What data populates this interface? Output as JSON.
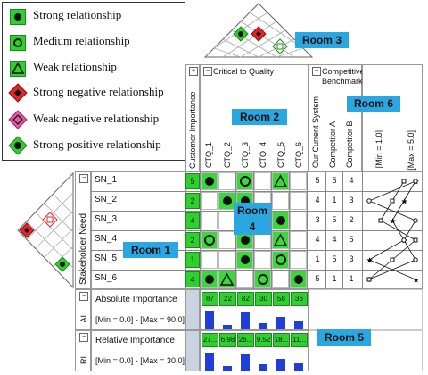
{
  "legend": [
    {
      "label": "Strong relationship",
      "icon": "filled-dot-icon"
    },
    {
      "label": "Medium relationship",
      "icon": "circle-icon"
    },
    {
      "label": "Weak relationship",
      "icon": "triangle-icon"
    },
    {
      "label": "Strong negative relationship",
      "icon": "red-diamond-icon"
    },
    {
      "label": "Weak negative relationship",
      "icon": "pink-diamond-icon"
    },
    {
      "label": "Strong positive relationship",
      "icon": "green-diamond-icon"
    }
  ],
  "rooms": {
    "room1": "Room 1",
    "room2": "Room 2",
    "room3": "Room 3",
    "room4": "Room 4",
    "room5": "Room 5",
    "room6": "Room 6"
  },
  "headers": {
    "critical_to_quality": "Critical to Quality",
    "competitive_benchmarks": "Competitive Benchmarks",
    "customer_importance": "Customer Importance",
    "stakeholder_need": "Stakeholder Need",
    "absolute_importance": "Absolute Importance",
    "relative_importance": "Relative Importance",
    "ai_range": "[Min = 0.0]  -  [Max = 90.0]",
    "ri_range": "[Min = 0.0]  -  [Max = 30.0]",
    "ai_short": "AI",
    "ri_short": "RI",
    "bench_min": "[Min = 1.0]",
    "bench_max": "[Max = 5.0]",
    "expand_sign": "+",
    "collapse_sign": "−"
  },
  "ctq": [
    "CTQ_1",
    "CTQ_2",
    "CTQ_3",
    "CTQ_4",
    "CTQ_5",
    "CTQ_6"
  ],
  "benchmarks": [
    "Our Current System",
    "Competitor A",
    "Competitor B"
  ],
  "needs": [
    {
      "label": "SN_1",
      "importance": "5",
      "bench": [
        "5",
        "5",
        "4"
      ]
    },
    {
      "label": "SN_2",
      "importance": "2",
      "bench": [
        "4",
        "1",
        "3"
      ]
    },
    {
      "label": "SN_3",
      "importance": "4",
      "bench": [
        "3",
        "5",
        "2"
      ]
    },
    {
      "label": "SN_4",
      "importance": "2",
      "bench": [
        "4",
        "4",
        "5"
      ]
    },
    {
      "label": "SN_5",
      "importance": "1",
      "bench": [
        "1",
        "5",
        "3"
      ]
    },
    {
      "label": "SN_6",
      "importance": "4",
      "bench": [
        "5",
        "1",
        "1"
      ]
    }
  ],
  "absolute_importance": [
    "87",
    "22",
    "82",
    "30",
    "58",
    "36"
  ],
  "relative_importance": [
    "27...",
    "6.98",
    "26...",
    "9.52",
    "18...",
    "11..."
  ],
  "relationships": [
    [
      "strong",
      "",
      "medium",
      "",
      "weak",
      ""
    ],
    [
      "",
      "strong",
      "strong",
      "",
      "",
      ""
    ],
    [
      "",
      "",
      "weak",
      "",
      "strong",
      ""
    ],
    [
      "medium",
      "",
      "strong",
      "",
      "weak",
      ""
    ],
    [
      "",
      "",
      "strong",
      "",
      "medium",
      ""
    ],
    [
      "strong",
      "weak",
      "",
      "medium",
      "",
      "strong"
    ]
  ]
}
